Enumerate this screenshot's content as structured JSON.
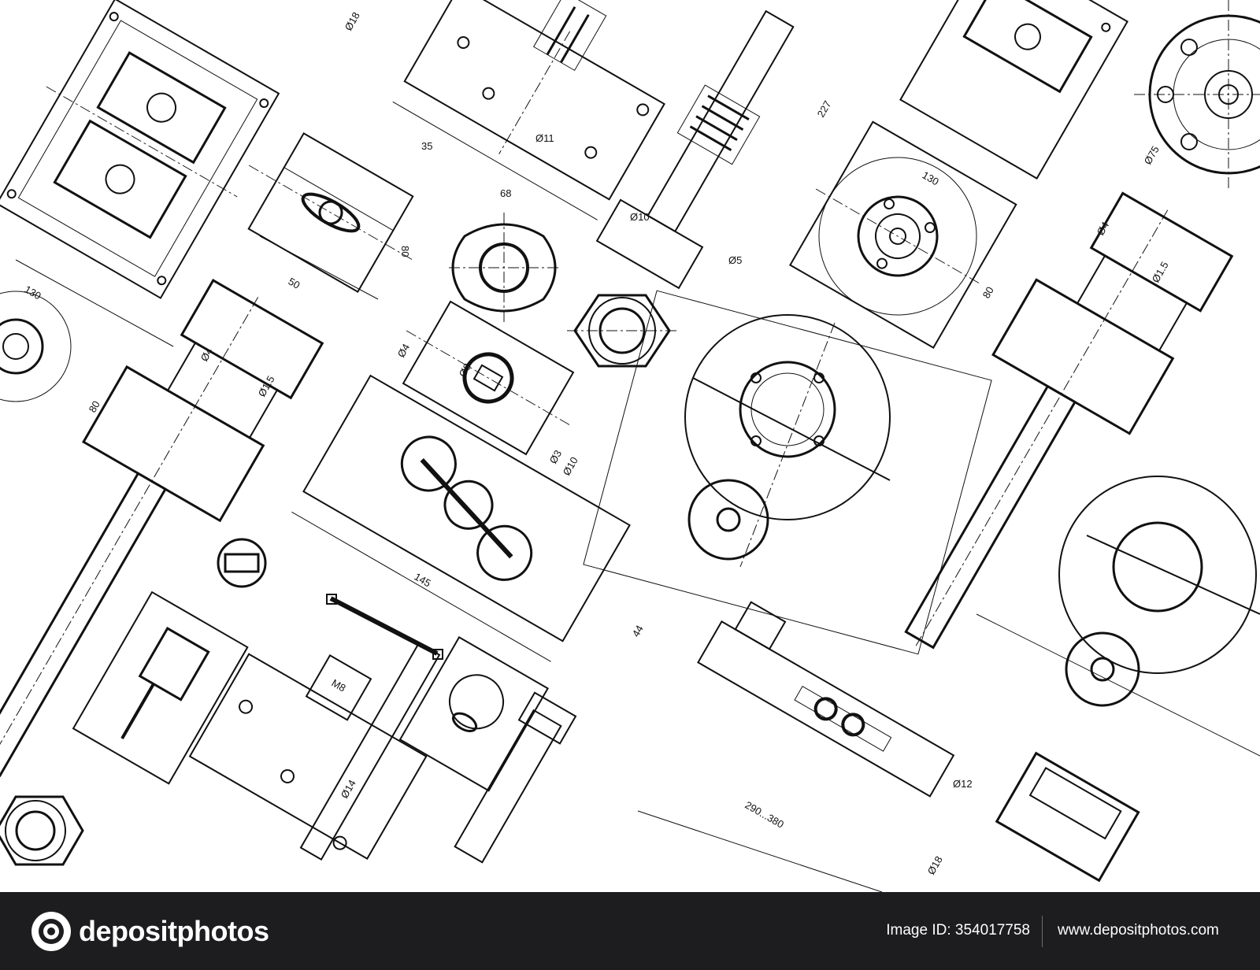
{
  "drawing": {
    "labels": [
      "Ø18",
      "35",
      "Ø11",
      "68",
      "227",
      "Ø10",
      "Ø5",
      "130",
      "80",
      "Ø4",
      "Ø1.5",
      "Ø75",
      "80",
      "50",
      "130",
      "Ø4",
      "Ø1.5",
      "80",
      "Ø4",
      "Ø8",
      "Ø3",
      "Ø10",
      "145",
      "44",
      "M8",
      "Ø14",
      "290...380",
      "Ø12",
      "Ø18"
    ],
    "line_color": "#111111",
    "background_color": "#ffffff"
  },
  "footer": {
    "brand": "depositphotos",
    "image_id": "Image ID: 354017758",
    "url": "www.depositphotos.com",
    "background_color": "#1d1d1f"
  }
}
